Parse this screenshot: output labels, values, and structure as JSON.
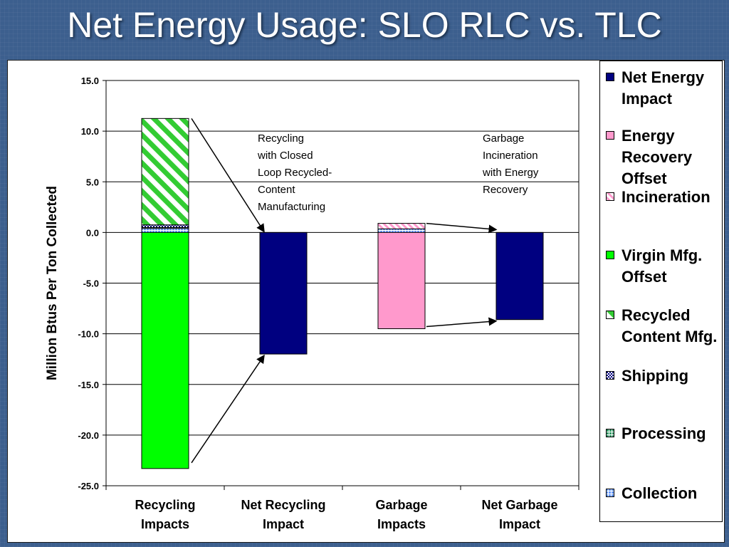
{
  "slide_title": "Net Energy Usage: SLO RLC vs. TLC",
  "chart_data": {
    "type": "bar",
    "stacked": true,
    "ylabel": "Million Btus Per Ton Collected",
    "ylim": [
      -25,
      15
    ],
    "yticks": [
      "15.0",
      "10.0",
      "5.0",
      "0.0",
      "-5.0",
      "-10.0",
      "-15.0",
      "-20.0",
      "-25.0"
    ],
    "ytick_values": [
      15,
      10,
      5,
      0,
      -5,
      -10,
      -15,
      -20,
      -25
    ],
    "categories": [
      "Recycling Impacts",
      "Net Recycling Impact",
      "Garbage Impacts",
      "Net Garbage Impact"
    ],
    "category_lines": [
      [
        "Recycling",
        "Impacts"
      ],
      [
        "Net Recycling",
        "Impact"
      ],
      [
        "Garbage",
        "Impacts"
      ],
      [
        "Net Garbage",
        "Impact"
      ]
    ],
    "series": [
      {
        "name": "Net Energy Impact",
        "color": "#000080",
        "pattern": "solid",
        "values": [
          0,
          -12.0,
          0,
          -8.6
        ]
      },
      {
        "name": "Energy Recovery Offset",
        "color": "#ff99cc",
        "pattern": "solid",
        "values": [
          0,
          0,
          -9.5,
          0
        ]
      },
      {
        "name": "Incineration",
        "color": "#ff99cc",
        "pattern": "diag-light",
        "values": [
          0,
          0,
          0.55,
          0
        ]
      },
      {
        "name": "Virgin Mfg. Offset",
        "color": "#00ff00",
        "pattern": "solid",
        "values": [
          -23.3,
          0,
          0,
          0
        ]
      },
      {
        "name": "Recycled Content Mfg.",
        "color": "#00cc00",
        "pattern": "diag-bold",
        "values": [
          10.5,
          0,
          0,
          0
        ]
      },
      {
        "name": "Shipping",
        "color": "#000080",
        "pattern": "checker",
        "values": [
          0.25,
          0,
          0,
          0
        ]
      },
      {
        "name": "Processing",
        "color": "#339966",
        "pattern": "grid-green",
        "values": [
          0.1,
          0,
          0,
          0
        ]
      },
      {
        "name": "Collection",
        "color": "#6699ff",
        "pattern": "grid-blue",
        "values": [
          0.4,
          0,
          0.35,
          0
        ]
      }
    ],
    "annotations": [
      {
        "lines": [
          "Recycling",
          "with Closed",
          "Loop Recycled-",
          "Content",
          "Manufacturing"
        ]
      },
      {
        "lines": [
          "Garbage",
          "Incineration",
          "with Energy",
          "Recovery"
        ]
      }
    ],
    "legend": "right",
    "grid": true
  }
}
